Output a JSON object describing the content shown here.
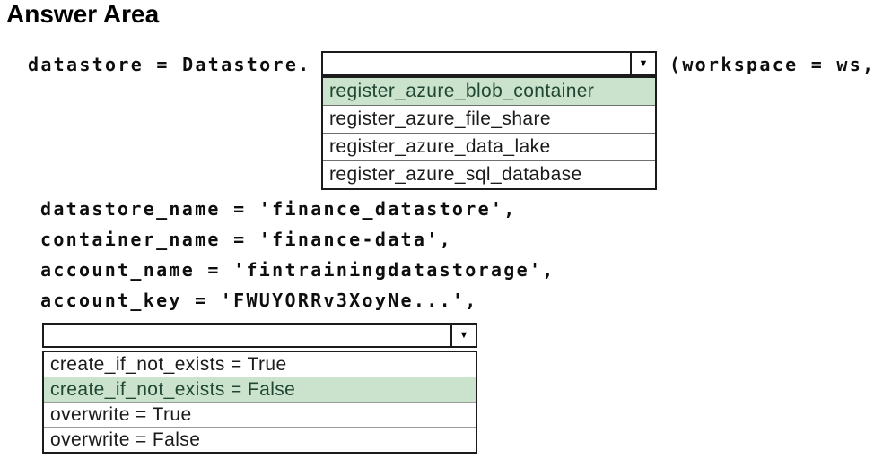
{
  "title": "Answer Area",
  "colors": {
    "highlight_background": "#cbe3cc",
    "highlight_text": "#1f4733",
    "border": "#1b1b1b"
  },
  "code": {
    "line1_prefix": "datastore = Datastore.",
    "line1_suffix": "(workspace = ws,",
    "line_datastore_name": "datastore_name = 'finance_datastore',",
    "line_container_name": "container_name = 'finance-data',",
    "line_account_name": "account_name = 'fintrainingdatastorage',",
    "line_account_key": "account_key = 'FWUYORRv3XoyNe...',"
  },
  "method_dropdown": {
    "value": "",
    "arrow_icon": "▼",
    "options": [
      {
        "label": "register_azure_blob_container",
        "selected": true
      },
      {
        "label": "register_azure_file_share",
        "selected": false
      },
      {
        "label": "register_azure_data_lake",
        "selected": false
      },
      {
        "label": "register_azure_sql_database",
        "selected": false
      }
    ]
  },
  "parameter_dropdown": {
    "value": "",
    "arrow_icon": "▼",
    "options": [
      {
        "label": "create_if_not_exists = True",
        "selected": false
      },
      {
        "label": "create_if_not_exists = False",
        "selected": true
      },
      {
        "label": "overwrite = True",
        "selected": false
      },
      {
        "label": "overwrite = False",
        "selected": false
      }
    ]
  }
}
